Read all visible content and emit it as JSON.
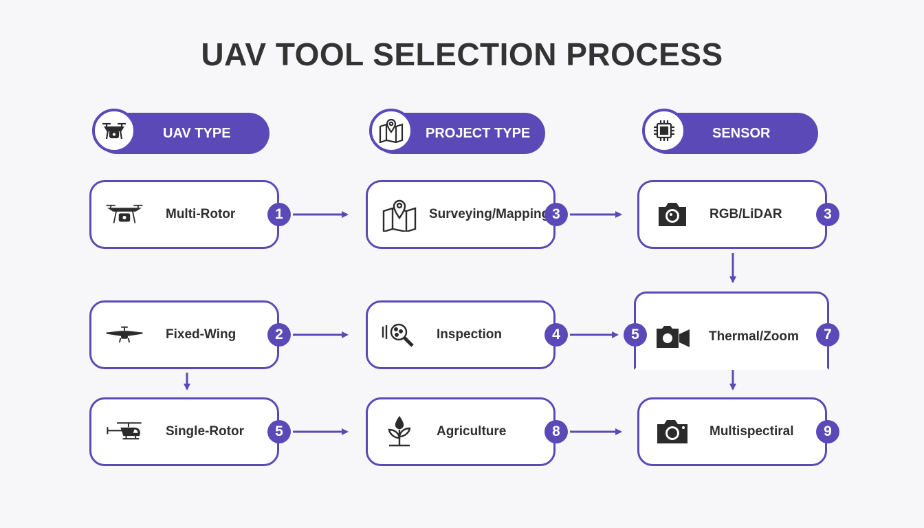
{
  "title": "UAV TOOL SELECTION PROCESS",
  "colors": {
    "accent": "#5b49b8",
    "text": "#2e2e2e",
    "background": "#f7f7f9"
  },
  "headers": [
    {
      "label": "UAV TYPE",
      "icon": "drone-icon"
    },
    {
      "label": "PROJECT TYPE",
      "icon": "map-pin-icon"
    },
    {
      "label": "SENSOR",
      "icon": "chip-sensor-icon"
    }
  ],
  "uav_types": [
    {
      "label": "Multi-Rotor",
      "badge": "1",
      "icon": "multi-rotor-drone-icon"
    },
    {
      "label": "Fixed-Wing",
      "badge": "2",
      "icon": "fixed-wing-plane-icon"
    },
    {
      "label": "Single-Rotor",
      "badge": "5",
      "icon": "helicopter-icon"
    }
  ],
  "project_types": [
    {
      "label": "Surveying/Mapping",
      "badge": "3",
      "icon": "map-pin-icon"
    },
    {
      "label": "Inspection",
      "badge": "4",
      "icon": "magnifier-icon"
    },
    {
      "label": "Agriculture",
      "badge": "8",
      "icon": "sprout-icon"
    }
  ],
  "sensors": [
    {
      "label": "RGB/LiDAR",
      "badge": "3",
      "icon": "camera-icon"
    },
    {
      "label": "Thermal/Zoom",
      "badge_left": "5",
      "badge": "7",
      "icon": "video-camera-icon"
    },
    {
      "label": "Multispectiral",
      "badge": "9",
      "icon": "camera-icon"
    }
  ]
}
